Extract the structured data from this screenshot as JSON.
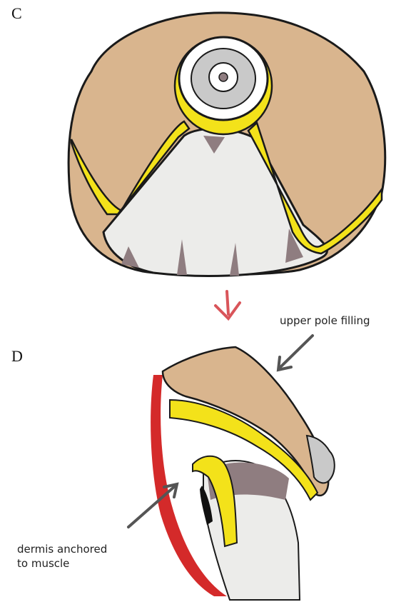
{
  "panels": {
    "c": {
      "label": "C"
    },
    "d": {
      "label": "D"
    }
  },
  "annotations": {
    "upper_pole": {
      "text": "upper pole filling"
    },
    "dermis": {
      "line1": "dermis anchored",
      "line2": "to muscle"
    }
  },
  "colors": {
    "skin": "#d9b58e",
    "fat": "#f3e21a",
    "fat_dark": "#c9a400",
    "gland": "#ececea",
    "gland_shadow": "#8f7d80",
    "muscle": "#d42a2a",
    "arrow_red": "#d9555a",
    "outline": "#1a1a1a",
    "nipple": "#c9c9c9"
  }
}
